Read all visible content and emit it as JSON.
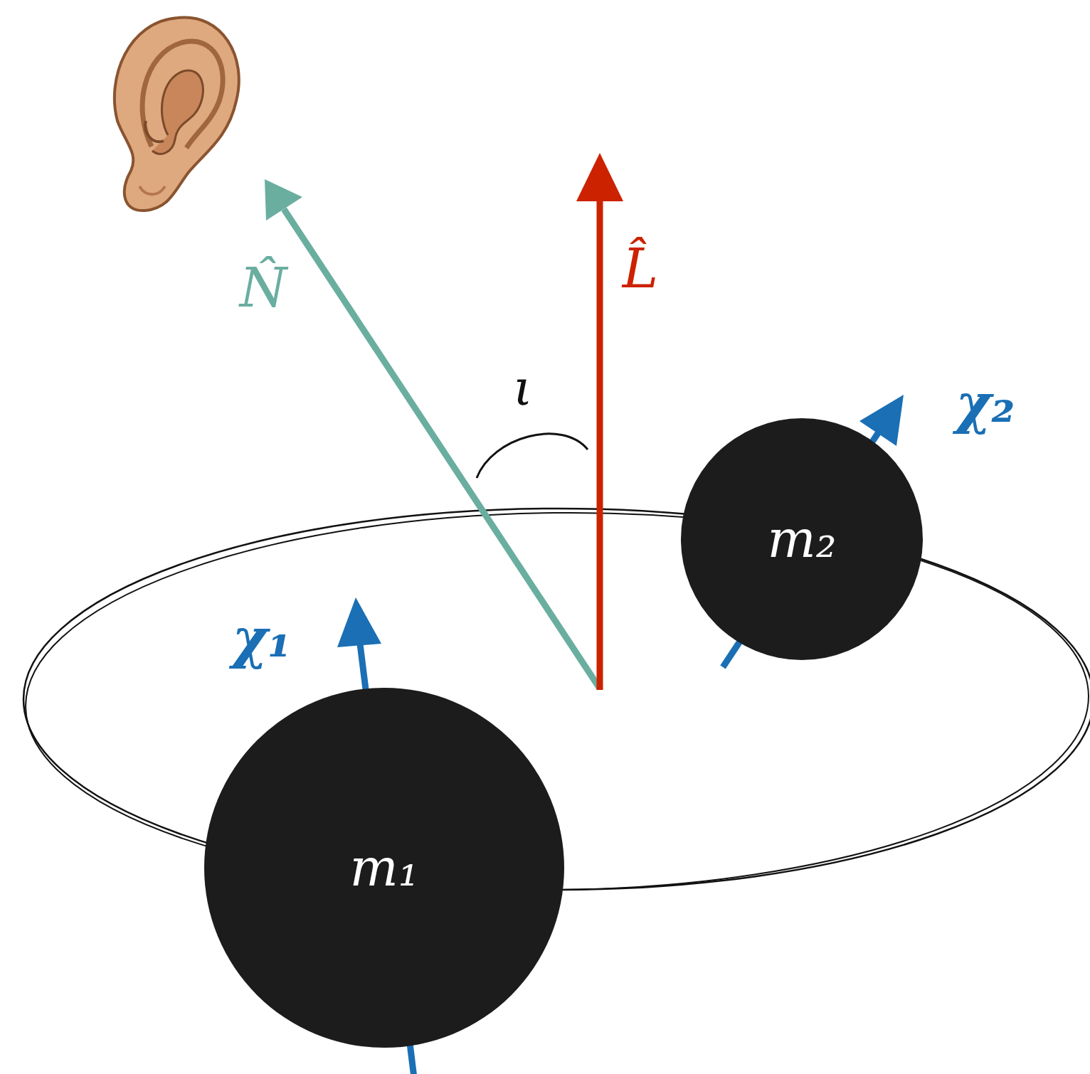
{
  "diagram": {
    "nodes": [
      {
        "text": [
          "m₂"
        ]
      },
      {
        "text": [
          "m₁"
        ]
      }
    ],
    "labels": [
      "L̂",
      "N̂",
      "ι",
      "χ₂",
      "χ₁"
    ]
  }
}
